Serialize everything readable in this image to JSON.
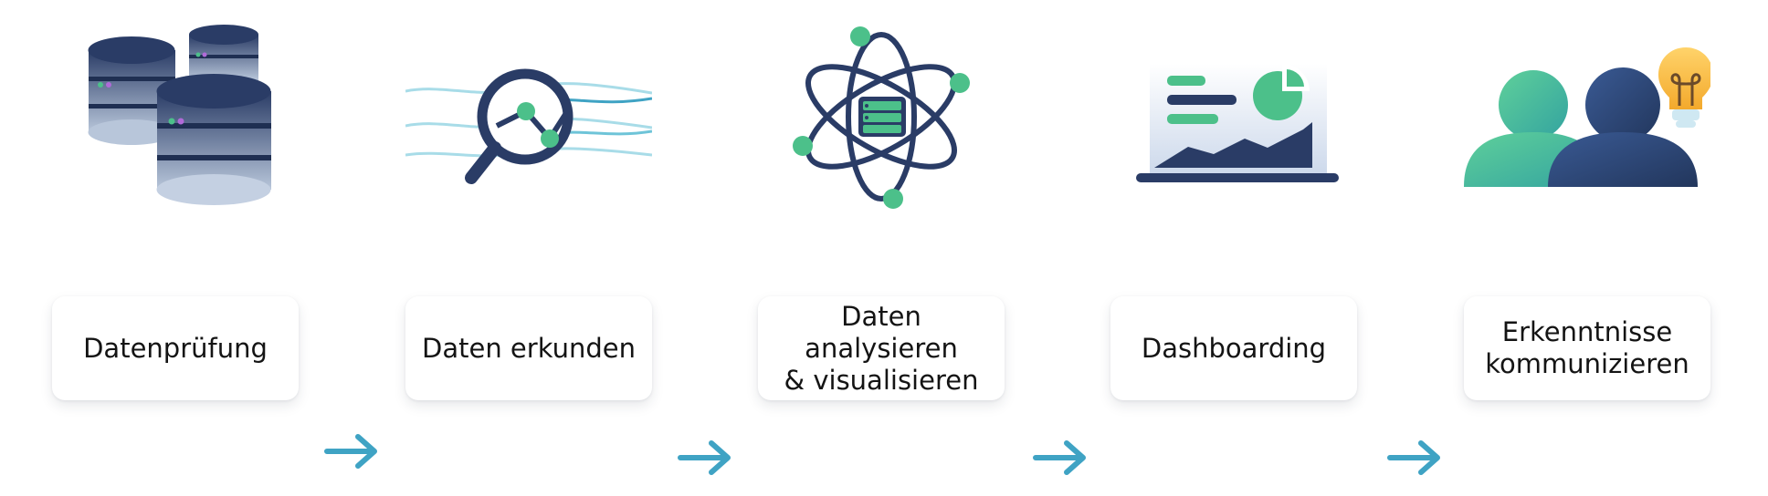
{
  "steps": [
    {
      "label": "Datenprüfung",
      "icon": "database-icon"
    },
    {
      "label": "Daten erkunden",
      "icon": "magnifier-chart-icon"
    },
    {
      "label": "Daten analysieren\n& visualisieren",
      "icon": "atom-data-icon"
    },
    {
      "label": "Dashboarding",
      "icon": "dashboard-screen-icon"
    },
    {
      "label": "Erkenntnisse\nkommunizieren",
      "icon": "people-lightbulb-icon"
    }
  ],
  "arrows": [
    {
      "icon": "arrow-right-icon"
    },
    {
      "icon": "arrow-right-icon"
    },
    {
      "icon": "arrow-right-icon"
    },
    {
      "icon": "arrow-right-icon"
    }
  ],
  "colors": {
    "navy": "#2a3c66",
    "navy_light": "#a9b8cf",
    "green": "#4cc08a",
    "teal": "#3fa3c4",
    "lightbulb": "#f6b83a",
    "text": "#141414"
  }
}
